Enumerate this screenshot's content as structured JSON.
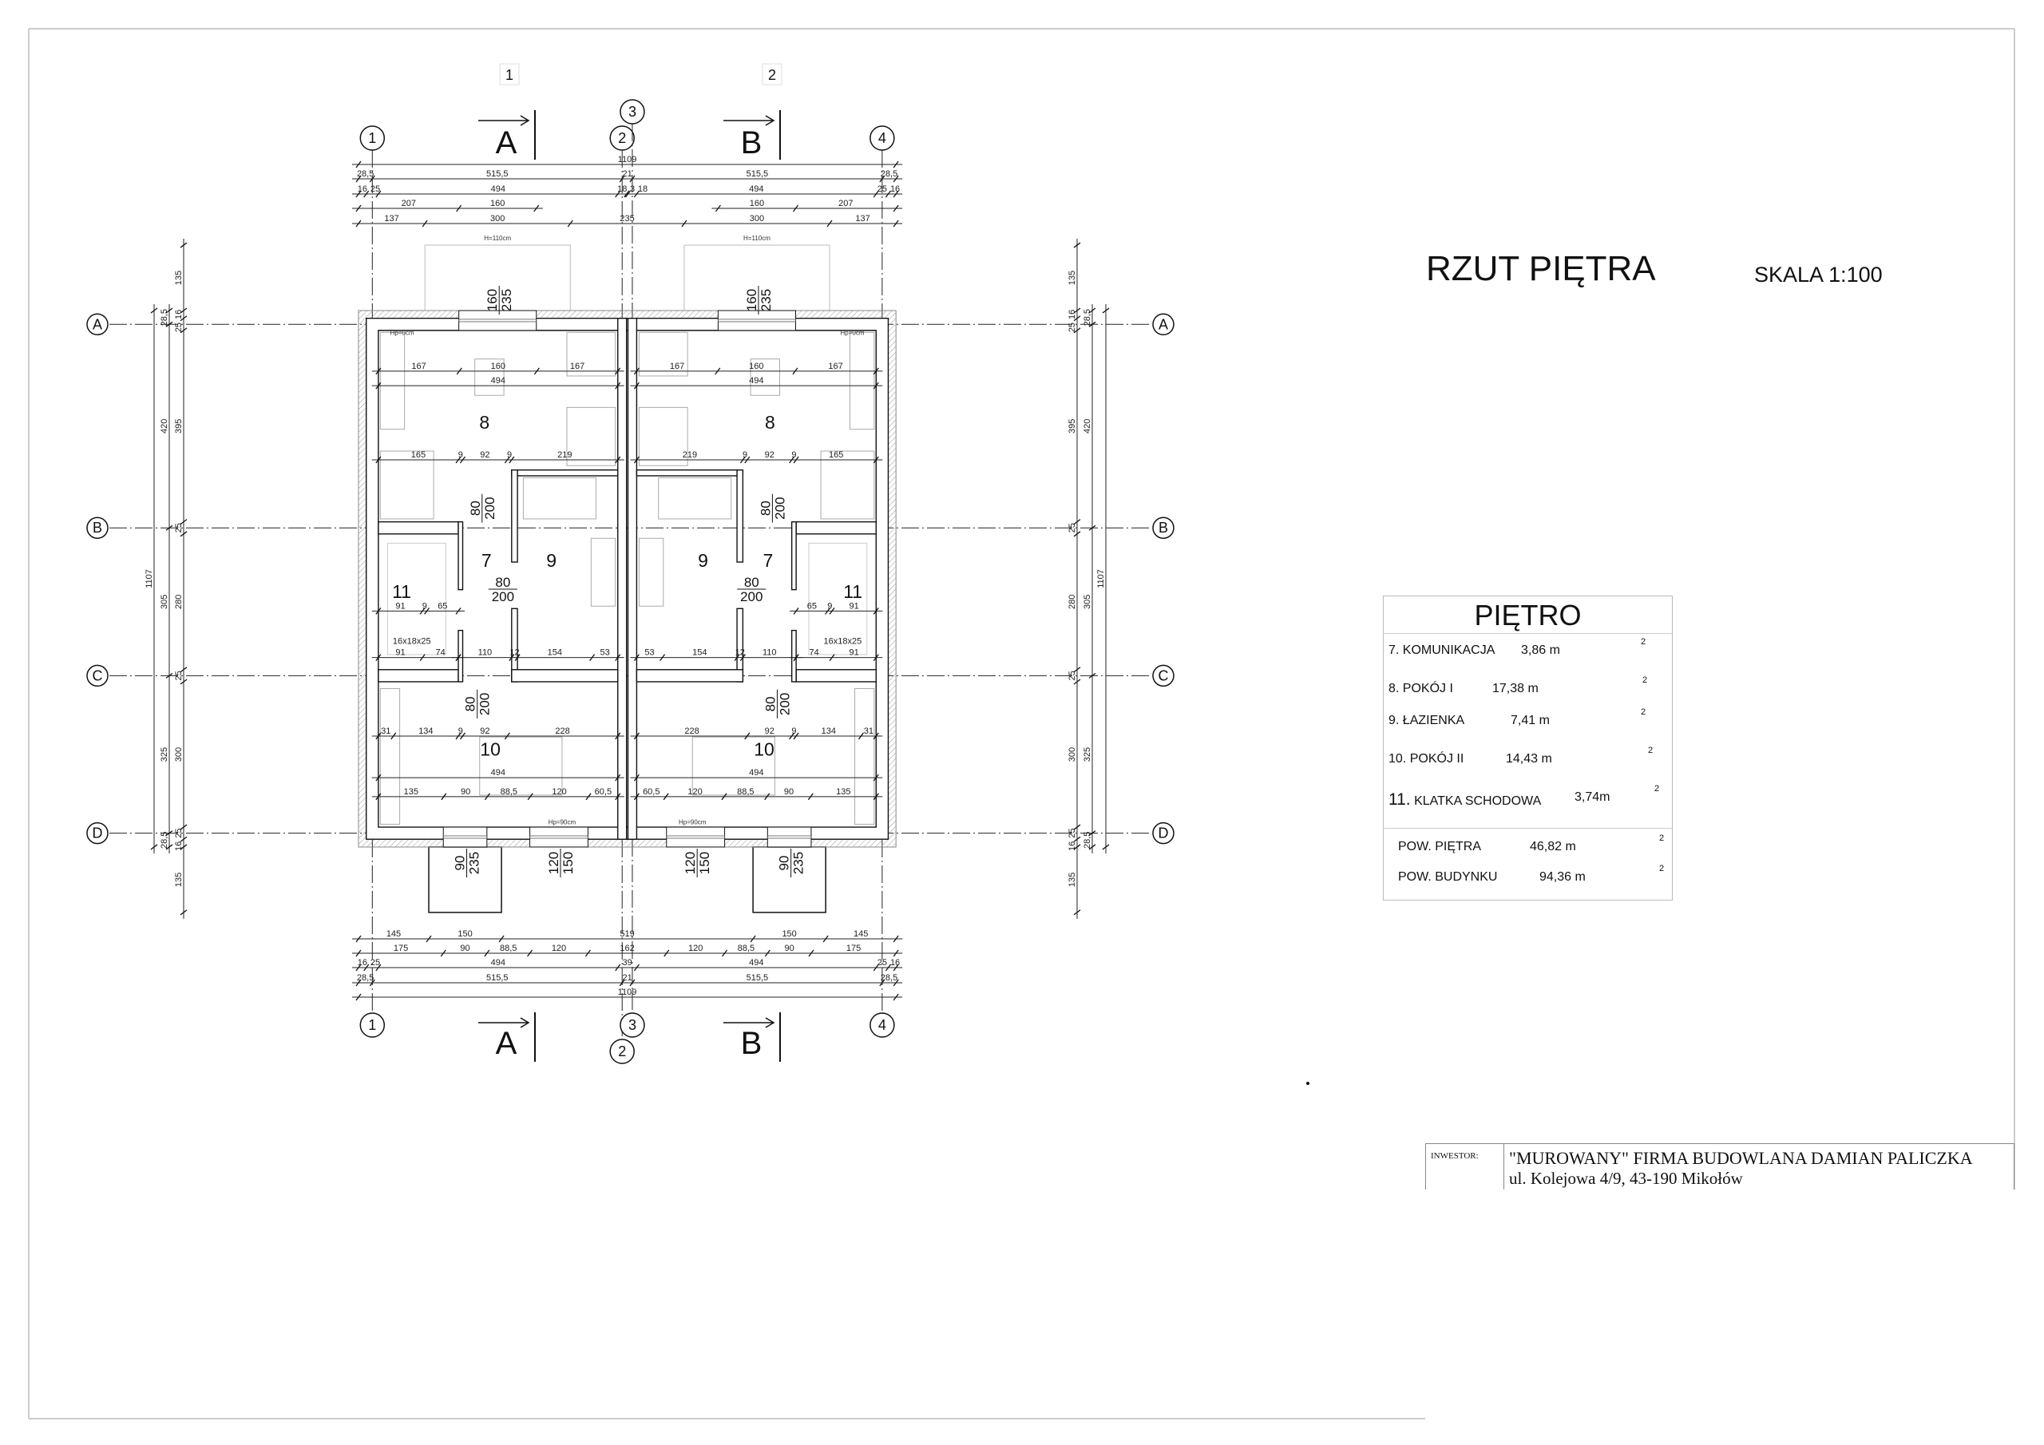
{
  "drawing": {
    "title": "RZUT PIĘTRA",
    "scale": "SKALA 1:100",
    "column_labels": [
      "1",
      "2"
    ],
    "axis_labels": {
      "vertical": [
        "1",
        "2",
        "3",
        "4"
      ],
      "horizontal": [
        "A",
        "B",
        "C",
        "D"
      ]
    },
    "section_marks": [
      "A",
      "B"
    ],
    "room_labels": [
      "8",
      "7",
      "9",
      "11",
      "10"
    ],
    "openings": {
      "top_window": [
        "160",
        "235"
      ],
      "bottom_door": [
        "90",
        "235"
      ],
      "bottom_window": [
        "120",
        "150"
      ],
      "interior_door": [
        "80",
        "200"
      ]
    },
    "notes": {
      "railing": "H=110cm",
      "sill_top": "Hp=0cm",
      "sill_bottom": "Hp=90cm",
      "stairs": "16x18x25"
    }
  },
  "dims": {
    "top": [
      [
        "1109"
      ],
      [
        "28,5",
        "515,5",
        "21",
        "515,5",
        "28,5"
      ],
      [
        "16",
        "25",
        "494",
        "18",
        "3",
        "18",
        "494",
        "25",
        "16"
      ],
      [
        "207",
        "160"
      ],
      [
        "137",
        "300",
        "235",
        "300",
        "137"
      ]
    ],
    "top_right_row4": [
      "160",
      "207"
    ],
    "bottom": [
      [
        "145",
        "150",
        "519",
        "150",
        "145"
      ],
      [
        "175",
        "90",
        "88,5",
        "120",
        "162",
        "120",
        "88,5",
        "90",
        "175"
      ],
      [
        "16",
        "25",
        "494",
        "39",
        "494",
        "25",
        "16"
      ],
      [
        "28,5",
        "515,5",
        "21",
        "515,5",
        "28,5"
      ],
      [
        "1109"
      ]
    ],
    "side": [
      [
        "1107"
      ],
      [
        "28,5",
        "420",
        "305",
        "325",
        "28,5"
      ],
      [
        "135",
        "16",
        "25",
        "395",
        "25",
        "280",
        "25",
        "300",
        "25",
        "16",
        "135"
      ]
    ],
    "interior": {
      "room8_windows": [
        "167",
        "160",
        "167"
      ],
      "room8_width": [
        "494"
      ],
      "room8_lower": [
        "165",
        "9",
        "92",
        "9",
        "219"
      ],
      "stair_upper": [
        "91",
        "9",
        "65"
      ],
      "stair_lower": [
        "91",
        "74"
      ],
      "corridor_lower": [
        "110",
        "12",
        "154",
        "53"
      ],
      "room10_upper": [
        "31",
        "134",
        "9",
        "92",
        "228"
      ],
      "room10_width": [
        "494"
      ],
      "room10_lower": [
        "135",
        "90",
        "88,5",
        "120",
        "60,5"
      ]
    }
  },
  "area_table": {
    "heading": "PIĘTRO",
    "rooms": [
      {
        "num": "7.",
        "name": "KOMUNIKACJA",
        "area": "3,86 m",
        "sup": "2"
      },
      {
        "num": "8.",
        "name": "POKÓJ I",
        "area": "17,38 m",
        "sup": "2"
      },
      {
        "num": "9.",
        "name": "ŁAZIENKA",
        "area": "7,41 m",
        "sup": "2"
      },
      {
        "num": "10.",
        "name": "POKÓJ II",
        "area": "14,43 m",
        "sup": "2"
      },
      {
        "num": "11.",
        "name": "KLATKA SCHODOWA",
        "area": "3,74m",
        "sup": "2"
      }
    ],
    "totals": [
      {
        "name": "POW. PIĘTRA",
        "area": "46,82 m",
        "sup": "2"
      },
      {
        "name": "POW. BUDYNKU",
        "area": "94,36 m",
        "sup": "2"
      }
    ]
  },
  "investor": {
    "label": "INWESTOR:",
    "name": "\"MUROWANY\" FIRMA BUDOWLANA DAMIAN PALICZKA",
    "address": "ul. Kolejowa 4/9, 43-190 Mikołów"
  }
}
